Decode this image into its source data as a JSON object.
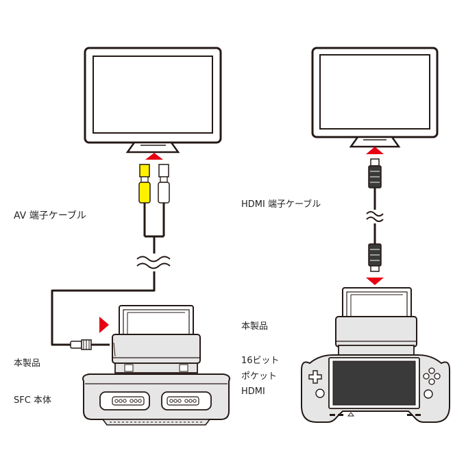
{
  "labels": {
    "av_cable": "AV 端子ケーブル",
    "hdmi_cable": "HDMI 端子ケーブル",
    "product_left": "本製品",
    "sfc_console": "SFC 本体",
    "product_right": "本製品",
    "pocket_line1": "16ビット",
    "pocket_line2": "ポケット",
    "pocket_line3": "HDMI"
  },
  "colors": {
    "outline": "#231815",
    "arrow_red": "#e60012",
    "rca_yellow": "#fff100",
    "device_gray": "#e6e6e6",
    "screen_dark": "#3a3a3a"
  },
  "icons": {
    "arrow_up_left": "red-arrow-up-icon",
    "arrow_right_left": "red-arrow-right-icon",
    "arrow_up_right": "red-arrow-up-icon",
    "arrow_down_right": "red-arrow-down-icon",
    "break_left": "wave-break-icon",
    "break_right": "wave-break-icon"
  }
}
